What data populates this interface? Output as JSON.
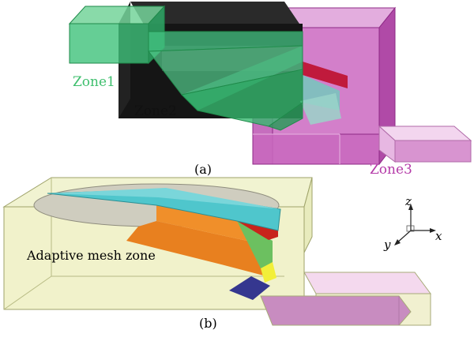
{
  "colors": {
    "zone1": "#3fbf6e",
    "zone2": "#1a1a1a",
    "zone3": "#b43aa8",
    "mesh_box": "#e9ecb8",
    "cyan": "#4fc6cc",
    "orange": "#e8801f",
    "red": "#c8241c",
    "green": "#7ac86a",
    "gray": "#cfcdbf",
    "yellow": "#f2ef3a",
    "navy": "#35378f",
    "pink": "#e3a2dc"
  },
  "labels": {
    "zone1": "Zone1",
    "zone2": "Zone2",
    "zone3": "Zone3",
    "caption_a": "(a)",
    "caption_b": "(b)",
    "adaptive_mesh": "Adaptive mesh zone"
  },
  "axes": {
    "x": "x",
    "y": "y",
    "z": "z"
  }
}
